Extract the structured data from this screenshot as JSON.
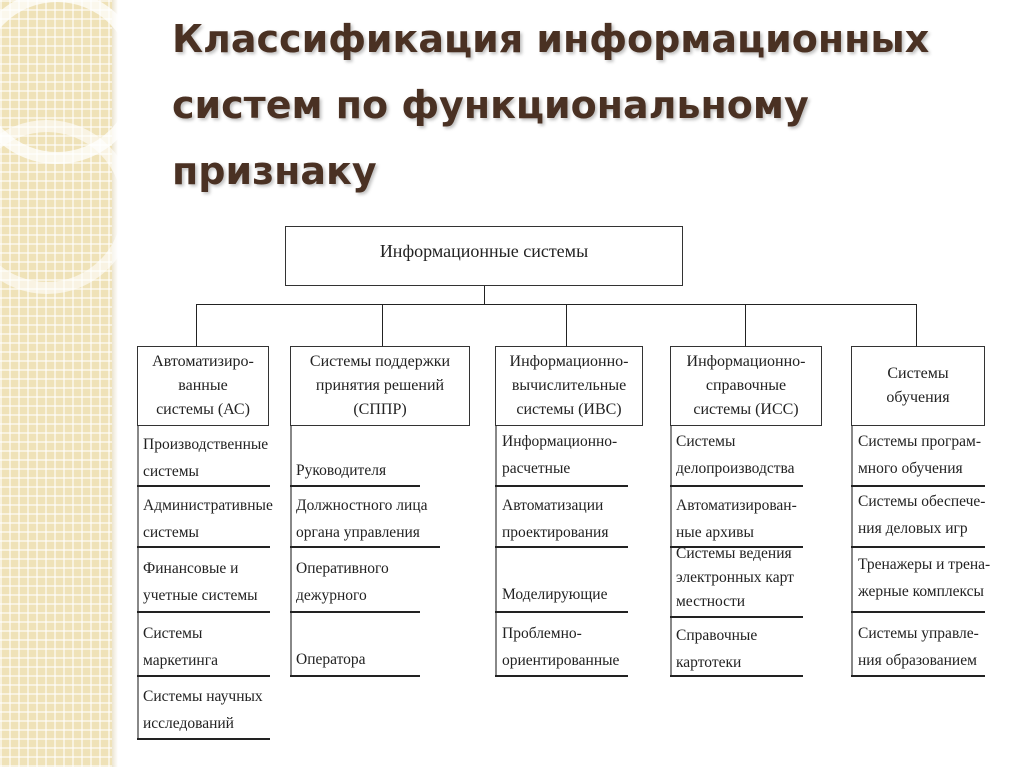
{
  "title": "Классификация информационных систем по функциональному признаку",
  "root": "Информационные системы",
  "categories": [
    {
      "label": "Автоматизиро-\nванные\nсистемы (АС)",
      "items": [
        "Производственные\nсистемы",
        "Административные\nсистемы",
        "Финансовые и\nучетные системы",
        "Системы\nмаркетинга",
        "Системы научных\nисследований"
      ]
    },
    {
      "label": "Системы поддержки\nпринятия решений\n(СППР)",
      "items": [
        "Руководителя",
        "Должностного лица\nоргана управления",
        "Оперативного\nдежурного",
        "Оператора"
      ]
    },
    {
      "label": "Информационно-\nвычислительные\nсистемы (ИВС)",
      "items": [
        "Информационно-\nрасчетные",
        "Автоматизации\nпроектирования",
        "Моделирующие",
        "Проблемно-\nориентированные"
      ]
    },
    {
      "label": "Информационно-\nсправочные\nсистемы (ИСС)",
      "items": [
        "Системы\nделопроизводства",
        "Автоматизирован-\nные архивы",
        "Системы ведения\nэлектронных карт\nместности",
        "Справочные\nкартотеки"
      ]
    },
    {
      "label": "Системы\nобучения",
      "items": [
        "Системы програм-\nмного обучения",
        "Системы обеспече-\nния деловых игр",
        "Тренажеры и трена-\nжерные комплексы",
        "Системы управле-\nния образованием"
      ]
    }
  ]
}
